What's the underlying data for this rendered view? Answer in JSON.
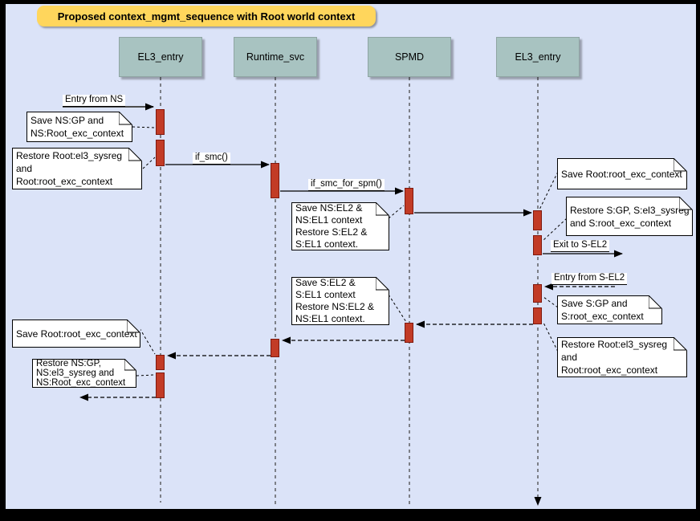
{
  "title": "Proposed context_mgmt_sequence with Root world context",
  "lifelines": [
    {
      "label": "EL3_entry"
    },
    {
      "label": "Runtime_svc"
    },
    {
      "label": "SPMD"
    },
    {
      "label": "EL3_entry"
    }
  ],
  "messages": {
    "entry_from_ns": "Entry from NS",
    "if_smc": "if_smc()",
    "if_smc_for_spm": "if_smc_for_spm()",
    "exit_to_sel2": "Exit to S-EL2",
    "entry_from_sel2": "Entry from S-EL2"
  },
  "notes": {
    "save_ns_gp": {
      "lines": [
        "Save NS:GP and",
        "NS:Root_exc_context"
      ]
    },
    "restore_root_left": {
      "lines": [
        "Restore Root:el3_sysreg",
        "and",
        "Root:root_exc_context"
      ]
    },
    "save_ns_el2": {
      "lines": [
        "Save NS:EL2 &",
        "NS:EL1 context",
        "Restore S:EL2 &",
        "S:EL1 context."
      ]
    },
    "save_root_right": {
      "lines": [
        "Save Root:root_exc_context"
      ]
    },
    "restore_s_gp": {
      "lines": [
        "Restore S:GP, S:el3_sysreg",
        "and S:root_exc_context"
      ]
    },
    "save_s_gp": {
      "lines": [
        "Save S:GP and",
        "S:root_exc_context"
      ]
    },
    "restore_root_right": {
      "lines": [
        "Restore Root:el3_sysreg",
        "and",
        "Root:root_exc_context"
      ]
    },
    "save_s_el2": {
      "lines": [
        "Save S:EL2 &",
        "S:EL1 context",
        "Restore NS:EL2 &",
        "NS:EL1 context."
      ]
    },
    "save_root_left": {
      "lines": [
        "Save Root:root_exc_context"
      ]
    },
    "restore_ns_gp": {
      "lines": [
        "Restore NS:GP,",
        "NS:el3_sysreg and",
        "NS:Root_exc_context"
      ]
    }
  },
  "colors": {
    "canvas_background": "#dbe3f8",
    "frame_border": "#000000",
    "title_background": "#ffd65c",
    "lifeline_header_fill": "#a8c3c1",
    "activation_fill": "#c23b26",
    "activation_border": "#7f190e",
    "note_fill": "#ffffff",
    "line_color": "#000000"
  }
}
